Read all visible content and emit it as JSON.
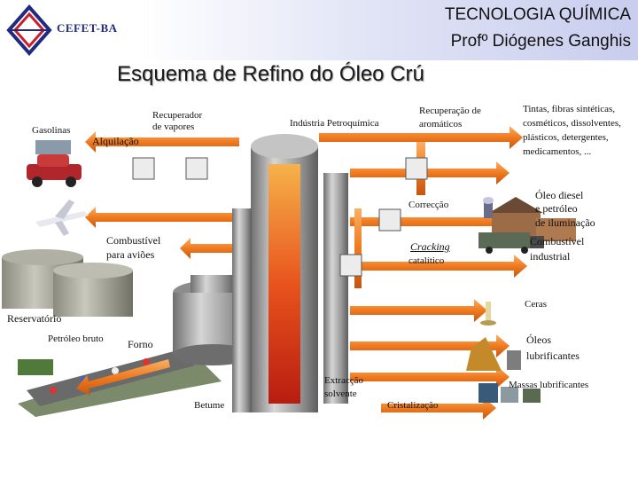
{
  "header": {
    "logo_text": "CEFET-BA",
    "title": "TECNOLOGIA QUÍMICA",
    "author": "Profº Diógenes Ganghis"
  },
  "slide_title": "Esquema de Refino do Óleo Crú",
  "labels": {
    "gasolinas": "Gasolinas",
    "recuperador_1": "Recuperador",
    "recuperador_2": "de vapores",
    "alquilacao": "Alquilação",
    "industria": "Indústria Petroquímica",
    "recup_arom_1": "Recuperação de",
    "recup_arom_2": "aromáticos",
    "tintas_1": "Tintas, fibras sintéticas,",
    "tintas_2": "cosméticos, dissolventes,",
    "tintas_3": "plásticos, detergentes,",
    "tintas_4": "medicamentos, ...",
    "correccao": "Correcção",
    "oleo_diesel_1": "Óleo diesel",
    "oleo_diesel_2": "e petróleo",
    "oleo_diesel_3": "de iluminação",
    "comb_avioes_1": "Combustível",
    "comb_avioes_2": "para aviões",
    "cracking": "Cracking",
    "catalitico": "catalítico",
    "comb_ind_1": "Combustível",
    "comb_ind_2": "industrial",
    "ceras": "Ceras",
    "reservatorio": "Reservatório",
    "petroleo_bruto": "Petróleo bruto",
    "forno": "Forno",
    "oleos_1": "Óleos",
    "oleos_2": "lubrificantes",
    "extraccao_1": "Extracção",
    "extraccao_2": "solvente",
    "massas": "Massas lubrificantes",
    "betume": "Betume",
    "cristalizacao": "Cristalização"
  },
  "colors": {
    "arrow": "#f07a1f",
    "arrow_dark": "#c65610",
    "arrow_light": "#f6a452",
    "tower": "#9a9a9a",
    "logo_blue": "#1f2a80",
    "logo_red": "#c8202a"
  },
  "icons": [
    "car-icon",
    "airplane-icon",
    "tank-icon",
    "highway-icon",
    "house-icon",
    "truck-icon",
    "lamp-icon",
    "drum-icon"
  ]
}
